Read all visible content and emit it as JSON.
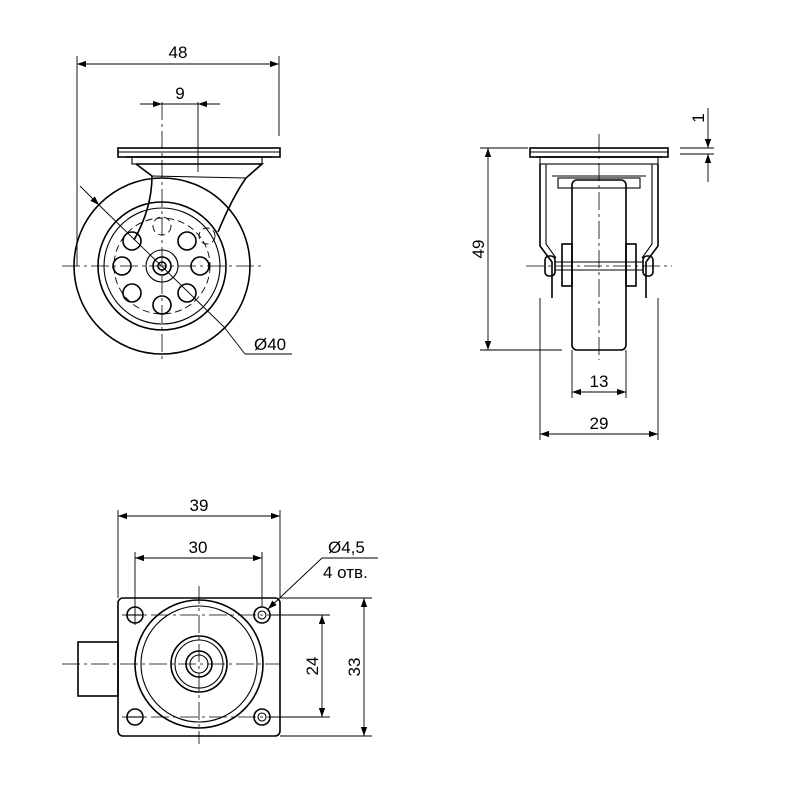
{
  "drawing": {
    "front_view": {
      "dim_overall_width": "48",
      "dim_offset": "9",
      "dim_wheel_diameter": "Ø40"
    },
    "side_view": {
      "dim_plate_thickness": "1",
      "dim_height": "49",
      "dim_wheel_width": "13",
      "dim_fork_width": "29"
    },
    "top_view": {
      "dim_plate_width": "39",
      "dim_hole_spacing_x": "30",
      "dim_hole_spacing_y": "24",
      "dim_plate_depth": "33",
      "hole_diameter_label": "Ø4,5",
      "hole_count_label": "4 отв."
    }
  }
}
